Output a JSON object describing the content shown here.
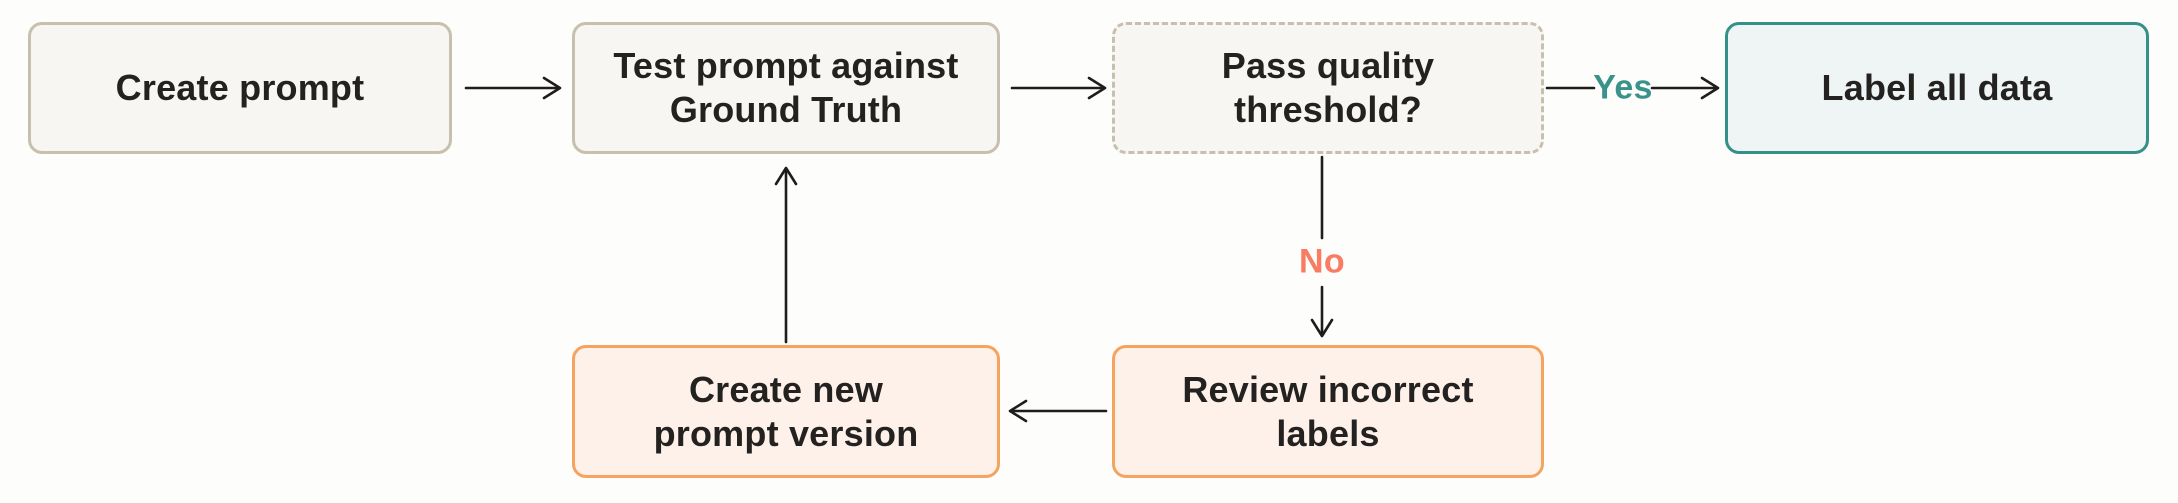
{
  "flowchart": {
    "nodes": [
      {
        "id": "create-prompt",
        "label": "Create prompt",
        "style": "neutral"
      },
      {
        "id": "test-prompt",
        "label": "Test prompt against Ground Truth",
        "style": "neutral"
      },
      {
        "id": "quality-check",
        "label": "Pass quality threshold?",
        "style": "decision-dashed"
      },
      {
        "id": "label-all-data",
        "label": "Label all data",
        "style": "success"
      },
      {
        "id": "review-labels",
        "label": "Review incorrect labels",
        "style": "warning"
      },
      {
        "id": "new-prompt-version",
        "label": "Create new prompt version",
        "style": "warning"
      }
    ],
    "edge_labels": {
      "yes": "Yes",
      "no": "No"
    },
    "colors": {
      "canvas_bg": "#fdfdfb",
      "neutral_fill": "#f7f6f2",
      "neutral_border": "#c8c0af",
      "success_fill": "#eff5f4",
      "success_border": "#359088",
      "warning_fill": "#fdf1ea",
      "warning_border": "#f6a360",
      "yes_label": "#3a938a",
      "no_label": "#f87b62",
      "arrow": "#1e1d1b",
      "text": "#242220"
    }
  }
}
